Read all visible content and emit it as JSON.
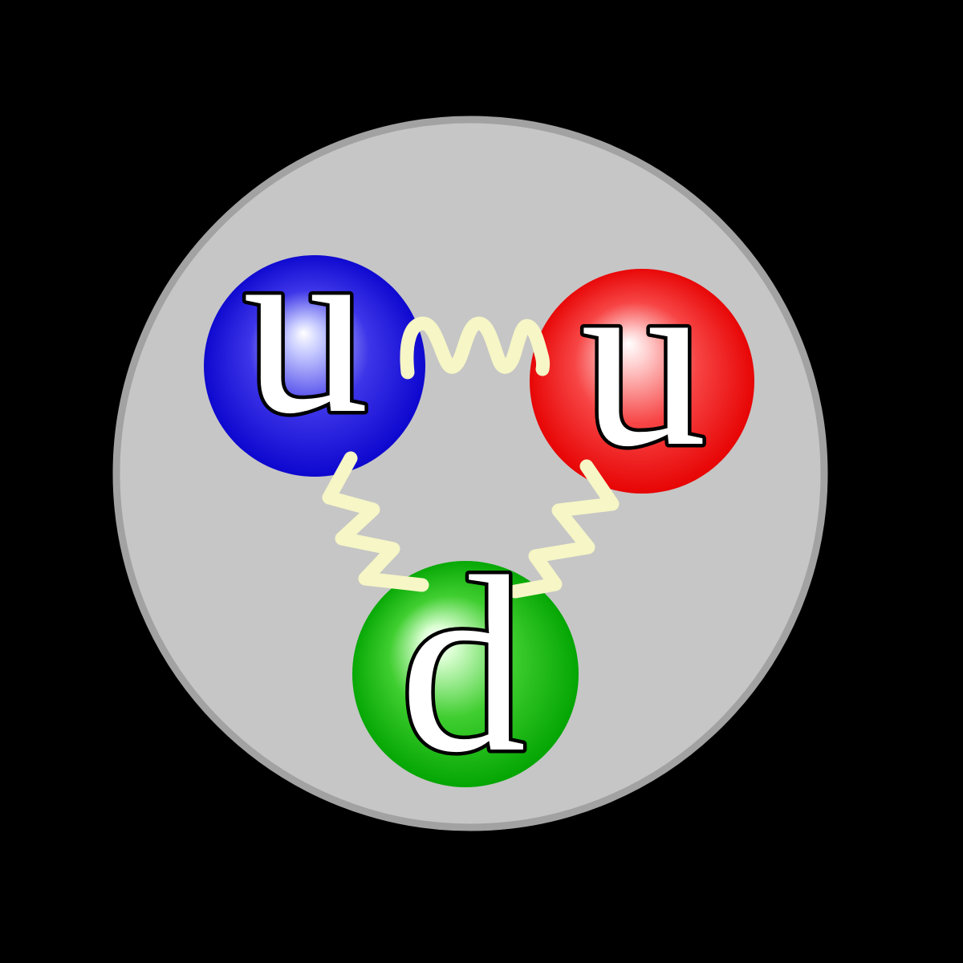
{
  "diagram": {
    "name": "proton-quark-structure",
    "background_color": "#000000",
    "proton_shell": {
      "fill": "#c6c6c6",
      "border_color": "#a2a2a2"
    },
    "gluon": {
      "color": "#f6f6c6"
    },
    "label_style": {
      "fill": "#ffffff",
      "outline": "#000000"
    },
    "quarks": [
      {
        "label": "u",
        "flavor": "up",
        "color_name": "blue",
        "gradient": {
          "core": "#ffffff",
          "inner": "#c8ccff",
          "mid": "#3d35e8",
          "edge": "#0a04cd"
        }
      },
      {
        "label": "u",
        "flavor": "up",
        "color_name": "red",
        "gradient": {
          "core": "#ffffff",
          "inner": "#ffd2d2",
          "mid": "#f74545",
          "edge": "#e60000"
        }
      },
      {
        "label": "d",
        "flavor": "down",
        "color_name": "green",
        "gradient": {
          "core": "#ffffff",
          "inner": "#dcffd4",
          "mid": "#3fce2f",
          "edge": "#00a300"
        }
      }
    ]
  }
}
